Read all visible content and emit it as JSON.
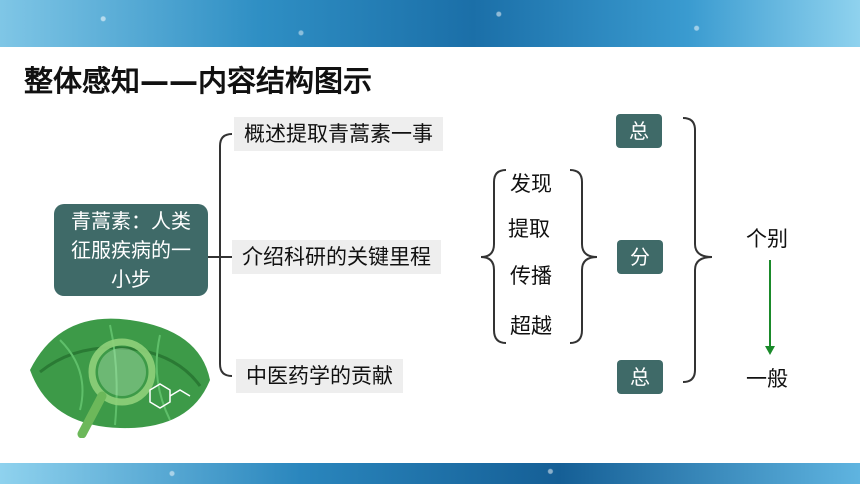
{
  "title": "整体感知——内容结构图示",
  "center": "青蒿素：人类征服疾病的一小步",
  "parts": [
    {
      "label": "概述提取青蒿素一事",
      "tag": "总"
    },
    {
      "label": "介绍科研的关键里程",
      "tag": "分"
    },
    {
      "label": "中医药学的贡献",
      "tag": "总"
    }
  ],
  "steps": [
    "发现",
    "提取",
    "传播",
    "超越"
  ],
  "result": {
    "top": "个别",
    "bottom": "一般"
  },
  "colors": {
    "box_dark": "#3f6a68",
    "box_light": "#eeeeee",
    "arrow": "#1a8a2a"
  }
}
